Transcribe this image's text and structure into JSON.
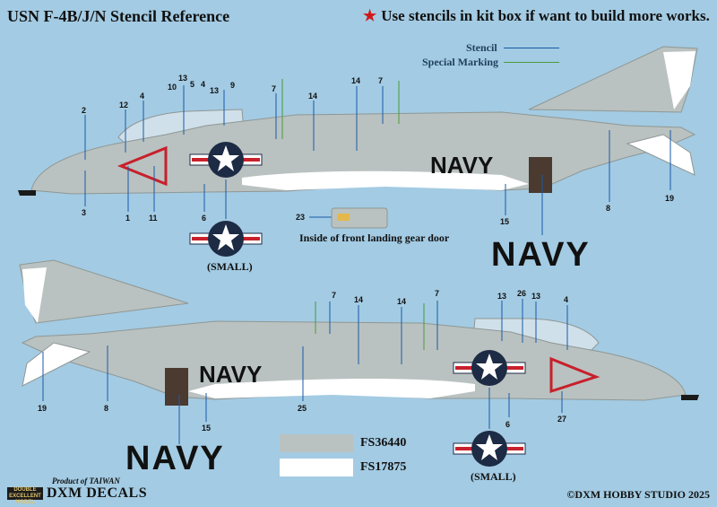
{
  "title": "USN F-4B/J/N Stencil Reference",
  "note": "Use stencils in kit box if want to build more works.",
  "legend": {
    "stencil": {
      "label": "Stencil",
      "color": "#1a5aa8"
    },
    "special": {
      "label": "Special Marking",
      "color": "#4a9a3a"
    }
  },
  "colors": {
    "background": "#a3cbe3",
    "gray": "#b9c2c0",
    "white": "#ffffff",
    "insignia_blue": "#1d2b44",
    "insignia_red": "#c8202c"
  },
  "navy_text": "NAVY",
  "small_caption": "(SMALL)",
  "gear_door_caption": "Inside of front landing gear door",
  "gear_door_number": "23",
  "top_callouts": [
    "2",
    "12",
    "4",
    "13",
    "10",
    "5",
    "4",
    "13",
    "9",
    "7",
    "14",
    "14",
    "7",
    "3",
    "1",
    "11",
    "6",
    "15",
    "8",
    "19"
  ],
  "bottom_callouts": [
    "7",
    "14",
    "14",
    "7",
    "13",
    "26",
    "13",
    "4",
    "19",
    "8",
    "15",
    "25",
    "6",
    "27"
  ],
  "paint": [
    {
      "code": "FS36440",
      "color": "#b9c2c0"
    },
    {
      "code": "FS17875",
      "color": "#ffffff"
    }
  ],
  "brand": {
    "product": "Product of TAIWAN",
    "logo_text": "DOUBLE EXCELLENT MODEL",
    "name": "DXM DECALS"
  },
  "copyright": "©DXM HOBBY STUDIO 2025"
}
